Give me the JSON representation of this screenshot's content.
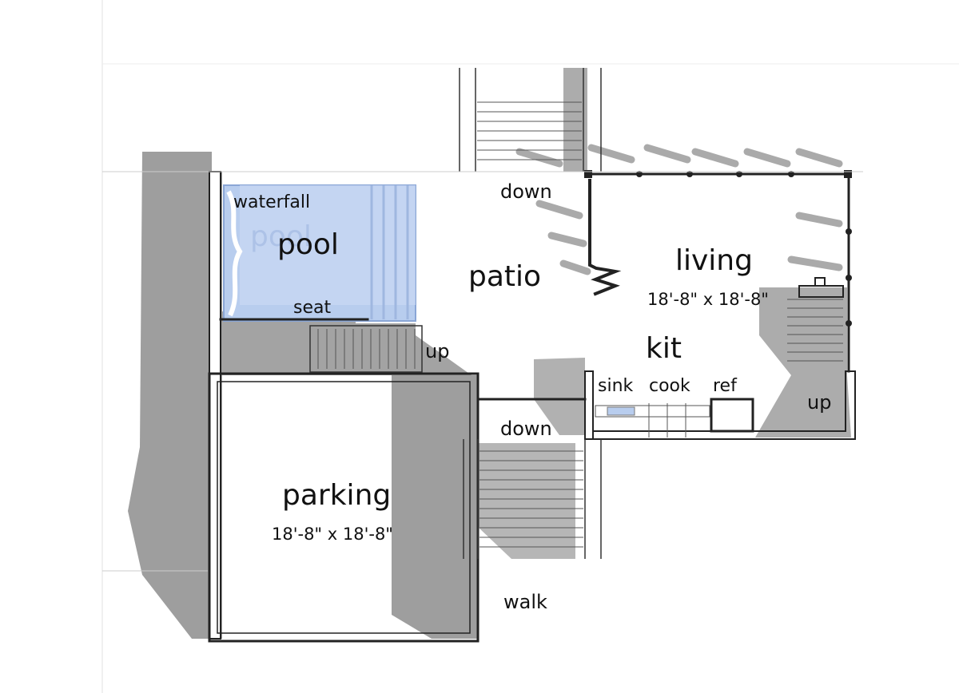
{
  "plan": {
    "labels": {
      "waterfall": "waterfall",
      "pool": "pool",
      "pool_ghost": "pool",
      "seat": "seat",
      "patio": "patio",
      "down_top": "down",
      "up_pool": "up",
      "living": "living",
      "living_dims": "18'-8\" x 18'-8\"",
      "kit": "kit",
      "sink": "sink",
      "cook": "cook",
      "ref": "ref",
      "up_right": "up",
      "down_bottom": "down",
      "parking": "parking",
      "parking_dims": "18'-8\" x 18'-8\"",
      "walk": "walk"
    },
    "colors": {
      "shadow": "#9e9e9e",
      "wall": "#222222",
      "pool_water": "#b8cdee",
      "pool_edge": "#8aa6d6",
      "background": "#ffffff",
      "stair_line": "#555555"
    }
  }
}
